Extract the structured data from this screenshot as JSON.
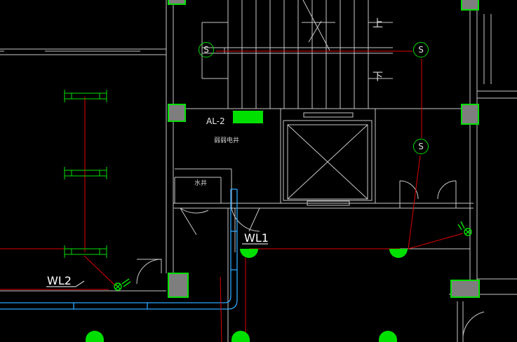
{
  "labels": {
    "panel": "AL-2",
    "electrical_room": "弱弱电井",
    "water_shaft": "水井",
    "stair_up": "上",
    "stair_down": "下",
    "circuit_1": "WL1",
    "circuit_2": "WL2"
  },
  "switch_symbol": "S",
  "colors": {
    "background": "#000000",
    "walls": "#c8c8c8",
    "wiring": "#e00000",
    "fixtures": "#00e000",
    "columns": "#808080",
    "cable_tray": "#2aa8ff"
  }
}
